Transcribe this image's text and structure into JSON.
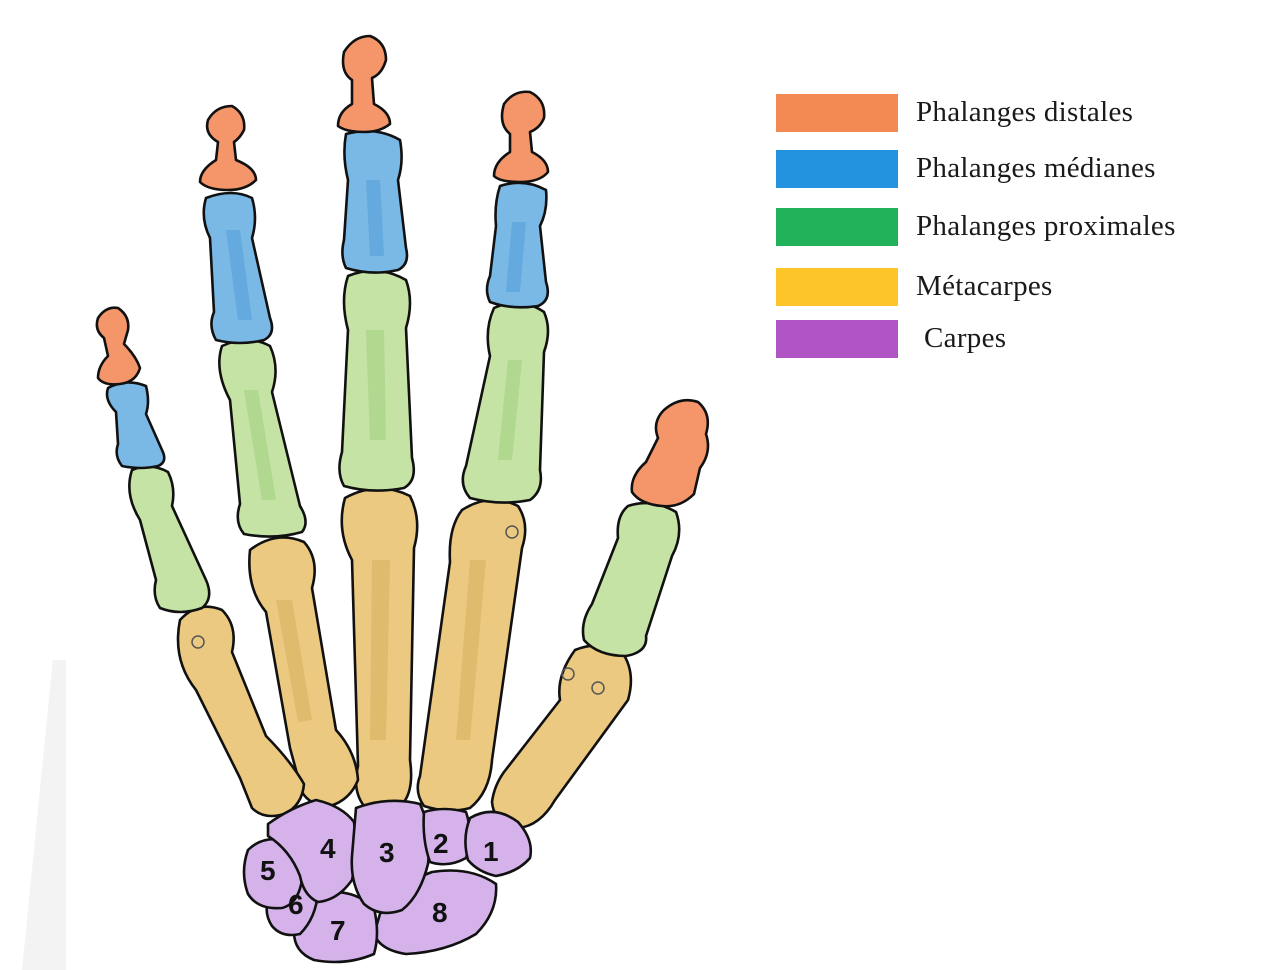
{
  "colors": {
    "distal": "#f4956a",
    "median": "#7ab8e6",
    "proximal": "#c4e3a4",
    "metacarpal": "#ecc981",
    "carpal": "#d5b3ea",
    "legend_distal": "#f38a54",
    "legend_median": "#2393e0",
    "legend_proximal": "#21b25a",
    "legend_metacarpal": "#fec52a",
    "legend_carpal": "#b155c5"
  },
  "legend": [
    {
      "label": "Phalanges distales",
      "color_key": "legend_distal"
    },
    {
      "label": "Phalanges médianes",
      "color_key": "legend_median"
    },
    {
      "label": "Phalanges proximales",
      "color_key": "legend_proximal"
    },
    {
      "label": "Métacarpes",
      "color_key": "legend_metacarpal"
    },
    {
      "label": "Carpes",
      "color_key": "legend_carpal"
    }
  ],
  "carpals": {
    "labels": [
      "1",
      "2",
      "3",
      "4",
      "5",
      "6",
      "7",
      "8"
    ]
  }
}
